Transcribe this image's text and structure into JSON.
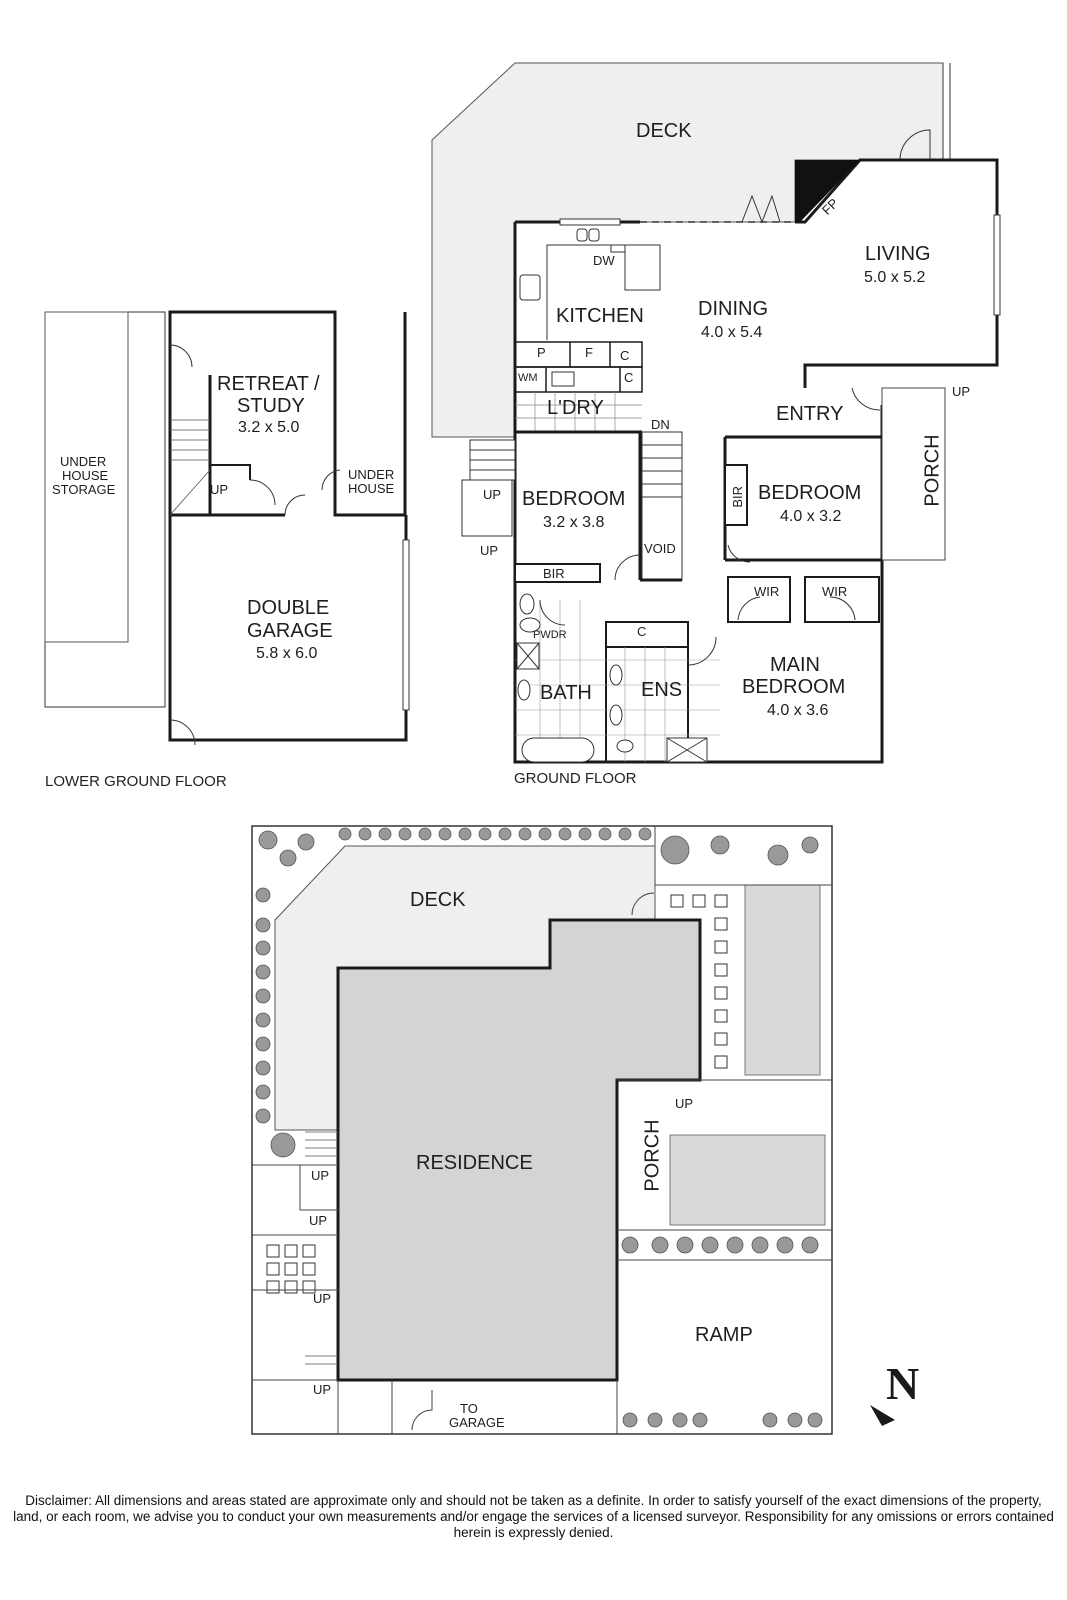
{
  "floors": {
    "lower_ground": {
      "label": "LOWER GROUND FLOOR",
      "rooms": [
        {
          "name": "RETREAT /",
          "name2": "STUDY",
          "dim": "3.2 x 5.0"
        },
        {
          "name": "UNDER",
          "name2": "HOUSE"
        },
        {
          "name": "UNDER",
          "name2": "HOUSE",
          "name3": "STORAGE"
        },
        {
          "name": "DOUBLE",
          "name2": "GARAGE",
          "dim": "5.8 x 6.0"
        }
      ],
      "stair": "UP"
    },
    "ground": {
      "label": "GROUND FLOOR",
      "rooms": [
        {
          "name": "DECK"
        },
        {
          "name": "LIVING",
          "dim": "5.0 x 5.2"
        },
        {
          "name": "DINING",
          "dim": "4.0 x 5.4"
        },
        {
          "name": "KITCHEN"
        },
        {
          "name": "L'DRY"
        },
        {
          "name": "ENTRY"
        },
        {
          "name": "PORCH"
        },
        {
          "name": "BEDROOM",
          "dim": "3.2 x 3.8"
        },
        {
          "name": "BEDROOM",
          "dim": "4.0 x 3.2"
        },
        {
          "name": "MAIN",
          "name2": "BEDROOM",
          "dim": "4.0 x 3.6"
        },
        {
          "name": "BATH"
        },
        {
          "name": "ENS"
        },
        {
          "name": "PWDR"
        }
      ],
      "fixtures": {
        "dw": "DW",
        "p": "P",
        "f": "F",
        "c": "C",
        "wm": "WM",
        "fp": "FP",
        "bir": "BIR",
        "wir": "WIR",
        "void": "VOID",
        "dn": "DN",
        "up": "UP"
      }
    },
    "site": {
      "rooms": [
        {
          "name": "DECK"
        },
        {
          "name": "RESIDENCE"
        },
        {
          "name": "PORCH"
        },
        {
          "name": "RAMP"
        }
      ],
      "to_garage": "TO",
      "to_garage2": "GARAGE",
      "up": "UP",
      "north": "N"
    }
  },
  "disclaimer": "Disclaimer: All dimensions and areas stated are approximate only and should not be taken as a definite. In order to satisfy yourself of the exact dimensions of the property, land, or each room, we advise you to conduct your own measurements and/or engage the services of a licensed surveyor. Responsibility for any omissions or errors contained herein is expressly denied.",
  "colors": {
    "wall": "#1a1a1a",
    "deck": "#efefef",
    "residence": "#d4d4d4",
    "garden": "#e2e2e2"
  }
}
